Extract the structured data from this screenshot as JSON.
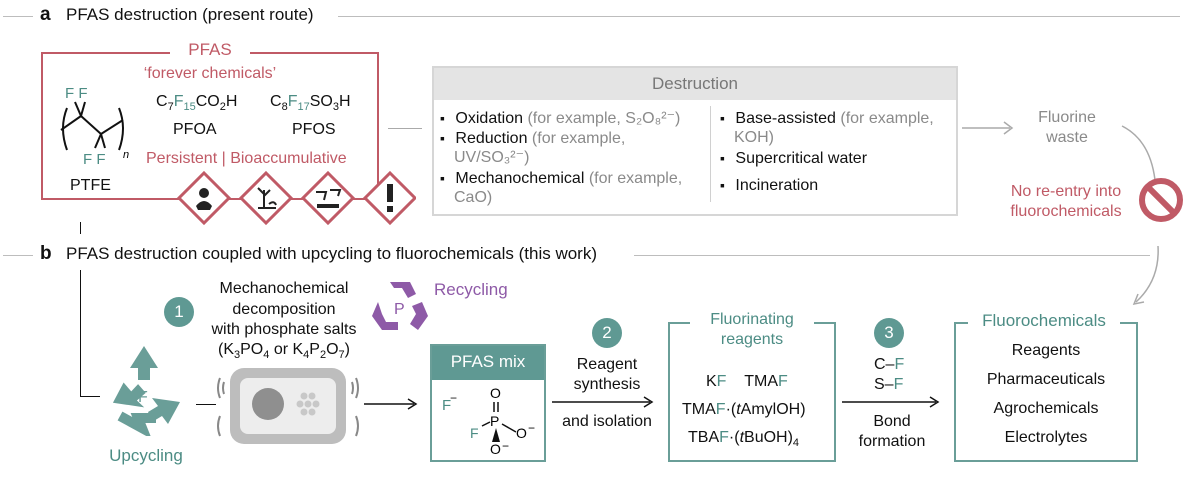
{
  "panel_a": {
    "letter": "a",
    "title": "PFAS destruction (present route)",
    "pfas_box": {
      "heading": "PFAS",
      "subheading": "‘forever chemicals’",
      "pfoa_label": "PFOA",
      "pfos_label": "PFOS",
      "ptfe_label": "PTFE",
      "persistent": "Persistent | Bioaccumulative"
    },
    "destruction": {
      "header": "Destruction",
      "oxidation": "Oxidation",
      "oxidation_note": "(for example, S₂O₈²⁻)",
      "reduction": "Reduction",
      "reduction_note": "(for example,",
      "reduction_note2": "UV/SO₃²⁻)",
      "mechanochemical": "Mechanochemical",
      "mechanochemical_note": "(for example,",
      "mechanochemical_note2": "CaO)",
      "base": "Base-assisted",
      "base_note": "(for example,",
      "base_note2": "KOH)",
      "supercritical": "Supercritical water",
      "incineration": "Incineration"
    },
    "fluorine_waste_1": "Fluorine",
    "fluorine_waste_2": "waste",
    "no_reentry_1": "No re-entry into",
    "no_reentry_2": "fluorochemicals"
  },
  "panel_b": {
    "letter": "b",
    "title": "PFAS destruction coupled with upcycling to fluorochemicals (this work)",
    "step1_num": "1",
    "step1_l1": "Mechanochemical",
    "step1_l2": "decomposition",
    "step1_l3": "with phosphate salts",
    "recycling": "Recycling",
    "upcycling": "Upcycling",
    "pfas_mix": "PFAS mix",
    "step2_num": "2",
    "step2_l1": "Reagent",
    "step2_l2": "synthesis",
    "step2_l3": "and isolation",
    "fluorinating_1": "Fluorinating",
    "fluorinating_2": "reagents",
    "step3_num": "3",
    "bond_1": "Bond",
    "bond_2": "formation",
    "fluorochemicals": "Fluorochemicals",
    "fc_items": [
      "Reagents",
      "Pharmaceuticals",
      "Agrochemicals",
      "Electrolytes"
    ]
  },
  "colors": {
    "red": "#c05a66",
    "teal": "#4c8c84",
    "purple": "#8e5aa7",
    "grey": "#8a8a8a"
  }
}
